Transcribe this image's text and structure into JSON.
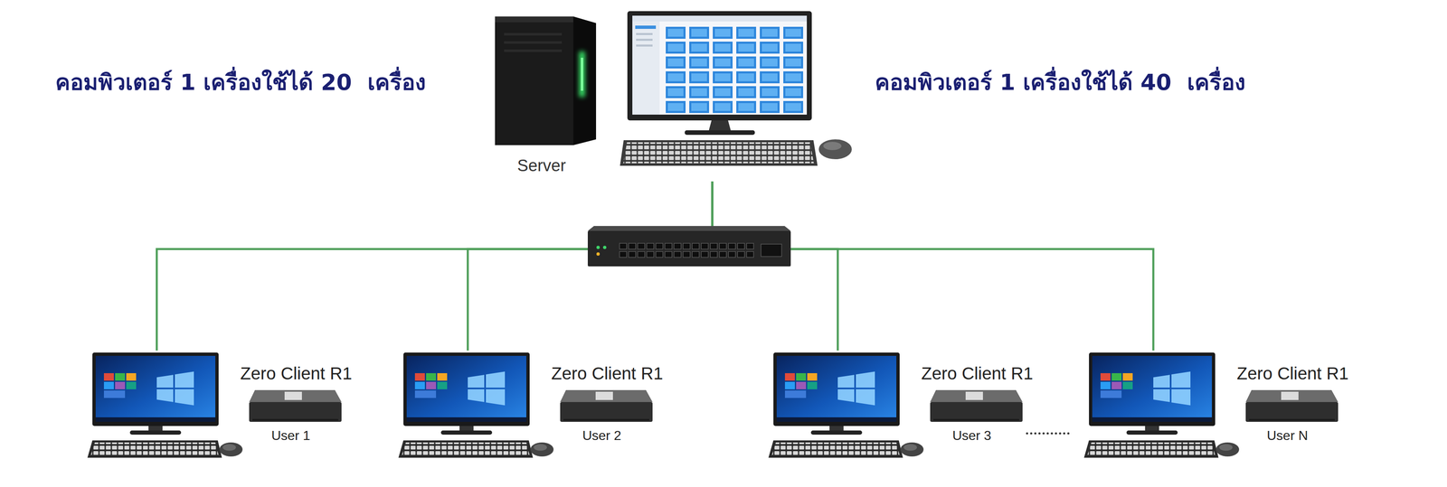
{
  "diagram": {
    "nodes": [
      {
        "text": [
          "Server"
        ]
      },
      {
        "text": [
          "Zero Client R1",
          "User 1"
        ]
      },
      {
        "text": [
          "Zero Client R1",
          "User 2"
        ]
      },
      {
        "text": [
          "Zero Client R1",
          "User 3"
        ]
      },
      {
        "text": [
          "Zero Client R1",
          "User N"
        ]
      }
    ],
    "edges": [
      {
        "from": 0,
        "to": 1,
        "arrow": "none"
      },
      {
        "from": 0,
        "to": 2,
        "arrow": "none"
      },
      {
        "from": 0,
        "to": 3,
        "arrow": "none"
      },
      {
        "from": 0,
        "to": 4,
        "arrow": "none"
      }
    ],
    "labels": [
      "คอมพิวเตอร์ 1 เครื่องใช้ได้ 20  เครื่อง",
      "คอมพิวเตอร์ 1 เครื่องใช้ได้ 40  เครื่อง"
    ]
  }
}
